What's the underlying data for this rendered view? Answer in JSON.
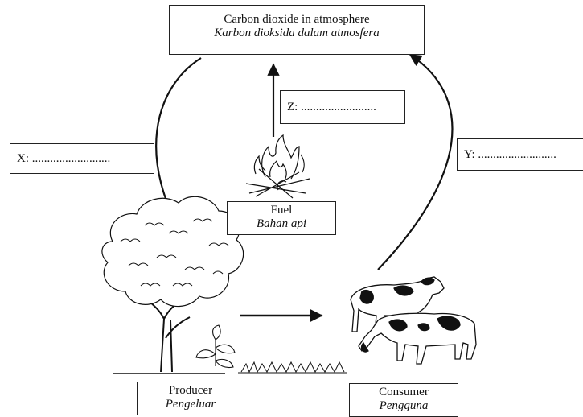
{
  "atmosphere": {
    "en": "Carbon dioxide in atmosphere",
    "ms": "Karbon dioksida dalam atmosfera"
  },
  "fuel": {
    "en": "Fuel",
    "ms": "Bahan api"
  },
  "producer": {
    "en": "Producer",
    "ms": "Pengeluar"
  },
  "consumer": {
    "en": "Consumer",
    "ms": "Pengguna"
  },
  "blanks": {
    "x": "X: ..........................",
    "y": "Y: ..........................",
    "z": "Z: ........................."
  }
}
